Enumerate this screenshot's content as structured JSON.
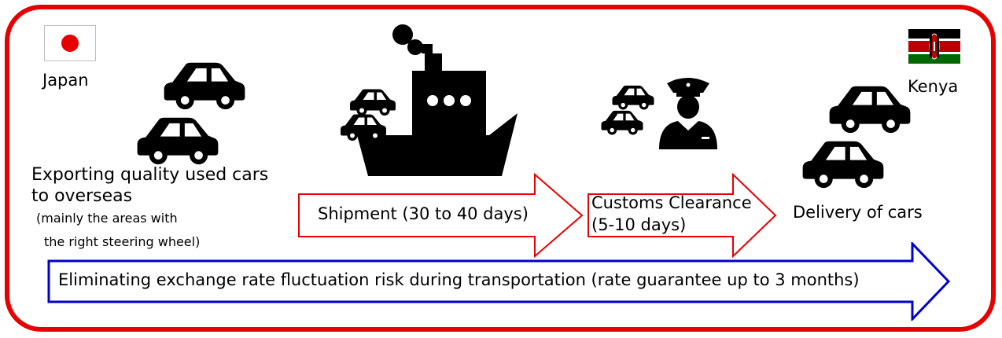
{
  "colors": {
    "frame": "#e60000",
    "shipment_arrow": "#e60000",
    "customs_arrow": "#e60000",
    "guarantee_arrow": "#0000cc",
    "icon": "#000000",
    "japan_flag_circle": "#e60000",
    "kenya_flag": [
      "#000000",
      "#ffffff",
      "#bb0000",
      "#ffffff",
      "#006600"
    ]
  },
  "origin": {
    "country": "Japan",
    "flag_icon": "japan-flag-icon",
    "line1": "Exporting quality used cars",
    "line2": "to overseas",
    "note1": "(mainly the areas with",
    "note2": "the right steering wheel)"
  },
  "steps": {
    "shipment": {
      "label": "Shipment (30 to 40 days)",
      "icon": "cargo-ship-icon"
    },
    "customs": {
      "line1": "Customs Clearance",
      "line2": "(5-10 days)",
      "icon": "customs-officer-icon"
    },
    "delivery": {
      "label": "Delivery of cars",
      "icon": "car-icon"
    }
  },
  "destination": {
    "country": "Kenya",
    "flag_icon": "kenya-flag-icon"
  },
  "guarantee": {
    "label": "Eliminating exchange rate fluctuation risk during transportation (rate guarantee up to 3 months)"
  }
}
